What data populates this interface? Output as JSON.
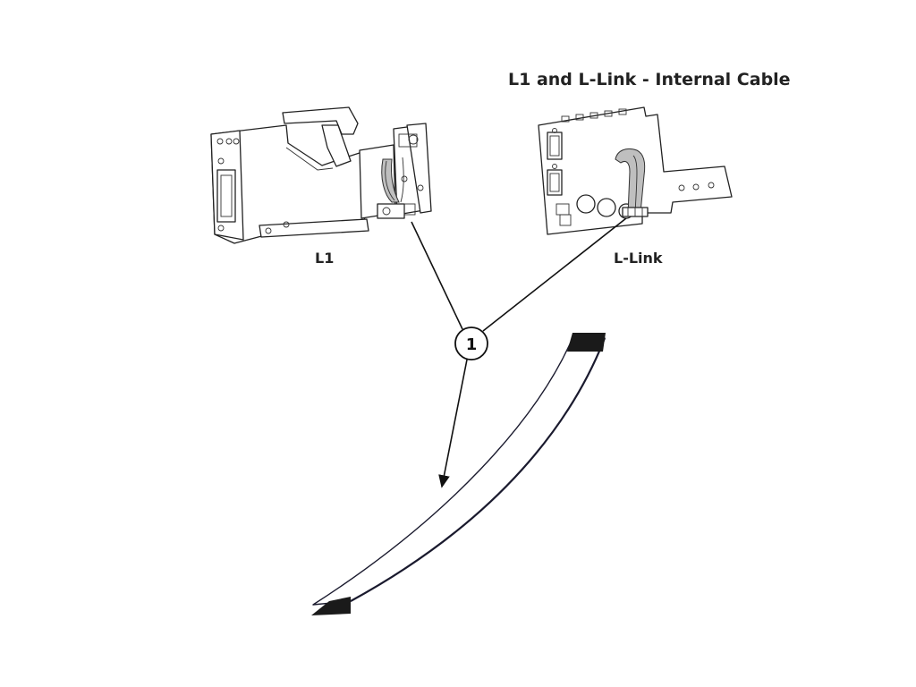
{
  "title": "L1 and L-Link - Internal Cable",
  "labels": {
    "l1": "L1",
    "l_link": "L-Link"
  },
  "callout": {
    "number": "1"
  }
}
